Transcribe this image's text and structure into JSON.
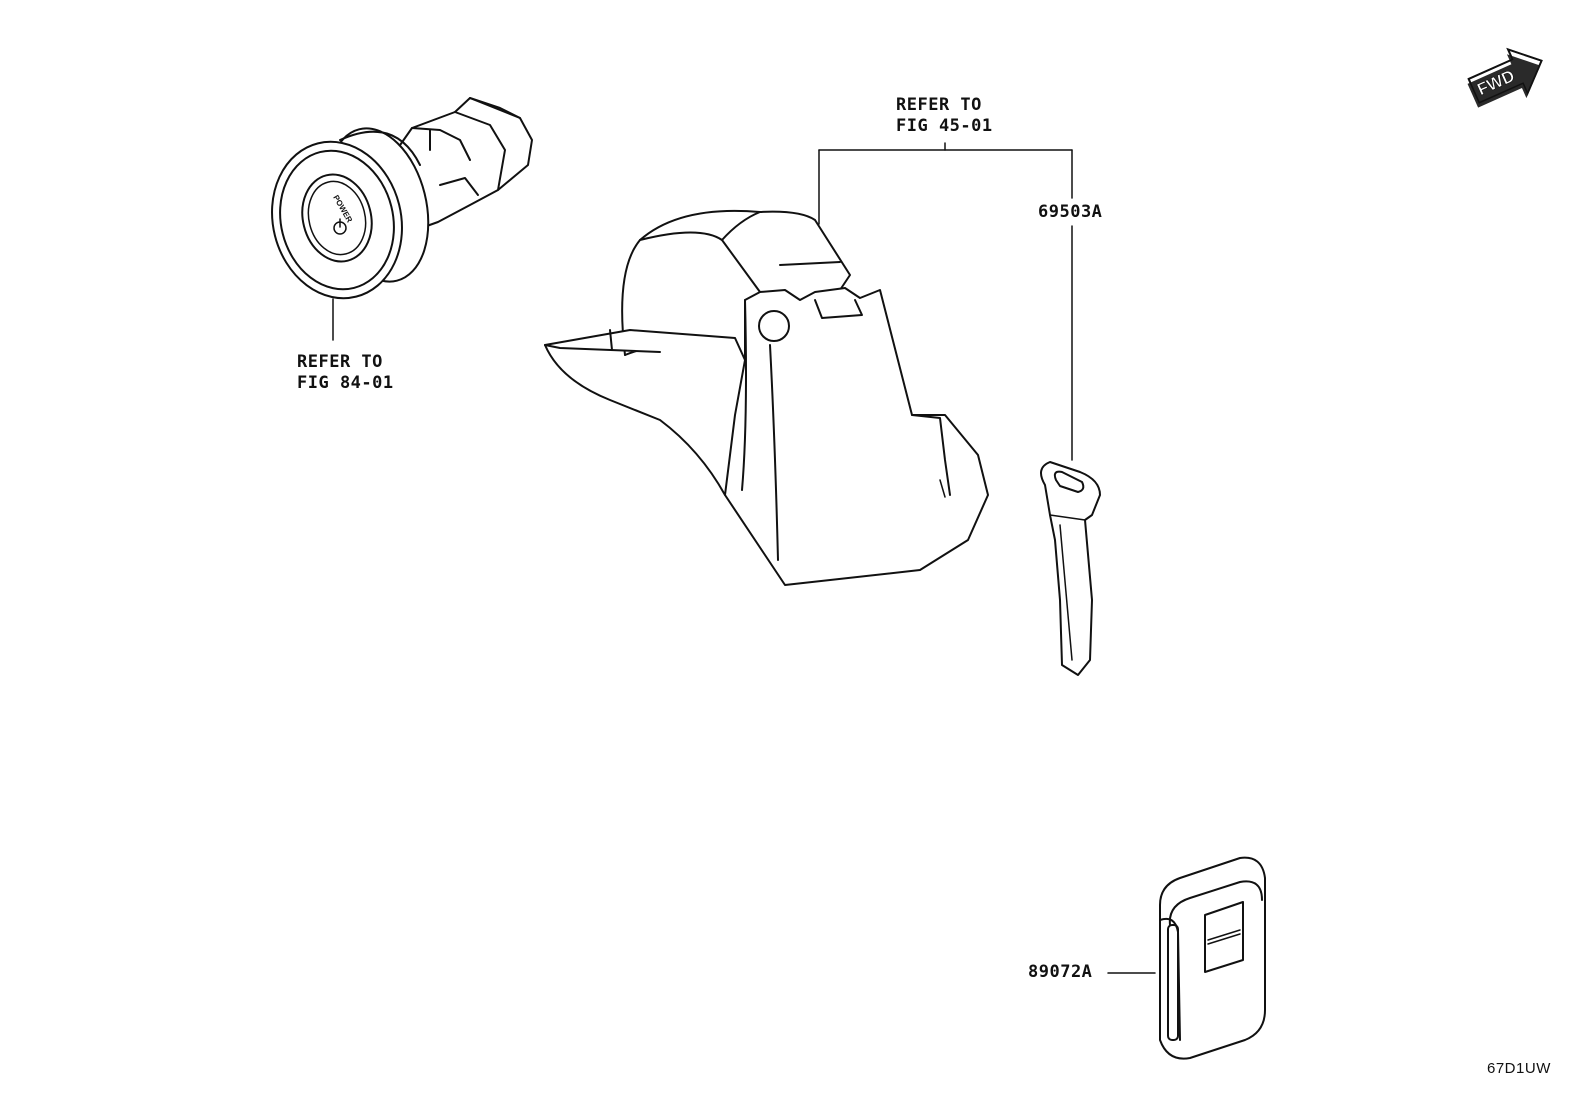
{
  "callouts": {
    "push_switch_ref": {
      "line1": "REFER TO",
      "line2": "FIG 84-01"
    },
    "lock_ref": {
      "line1": "REFER TO",
      "line2": "FIG 45-01"
    },
    "key_part": "69503A",
    "fob_part": "89072A"
  },
  "fwd_arrow": {
    "label": "FWD"
  },
  "switch_face_text": "POWER",
  "figure_code": "67D1UW",
  "colors": {
    "ink": "#111111",
    "paper": "#ffffff",
    "fwd_fill": "#2a2a2a"
  }
}
